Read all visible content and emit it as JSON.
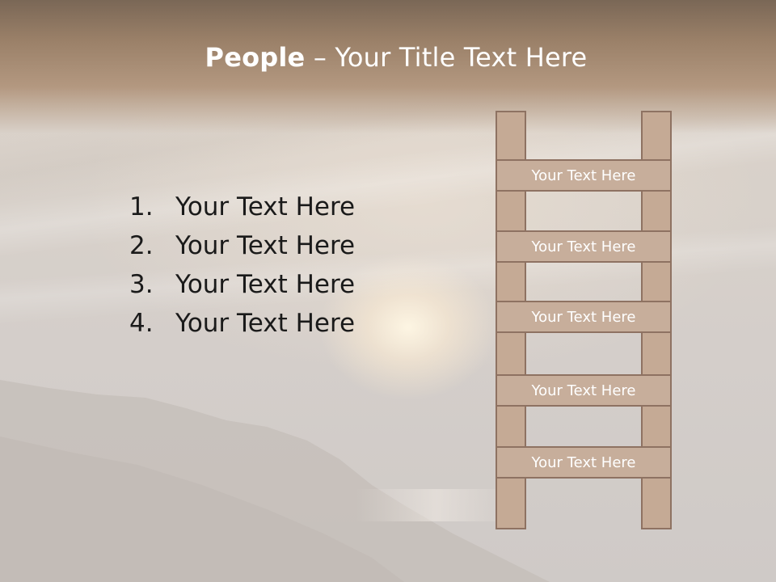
{
  "slide": {
    "title_bold": "People",
    "title_rest": " – Your Title Text Here"
  },
  "list": {
    "items": [
      {
        "number": "1.",
        "text": "Your Text Here"
      },
      {
        "number": "2.",
        "text": "Your Text Here"
      },
      {
        "number": "3.",
        "text": "Your Text Here"
      },
      {
        "number": "4.",
        "text": "Your Text Here"
      }
    ]
  },
  "ladder": {
    "rungs": [
      {
        "label": "Your Text Here"
      },
      {
        "label": "Your Text Here"
      },
      {
        "label": "Your Text Here"
      },
      {
        "label": "Your Text Here"
      },
      {
        "label": "Your Text Here"
      }
    ]
  },
  "colors": {
    "title_band": "#9a8068",
    "ladder_fill": "#c7ae9b",
    "ladder_border": "#8e7262",
    "list_text": "#1a1a1a"
  }
}
